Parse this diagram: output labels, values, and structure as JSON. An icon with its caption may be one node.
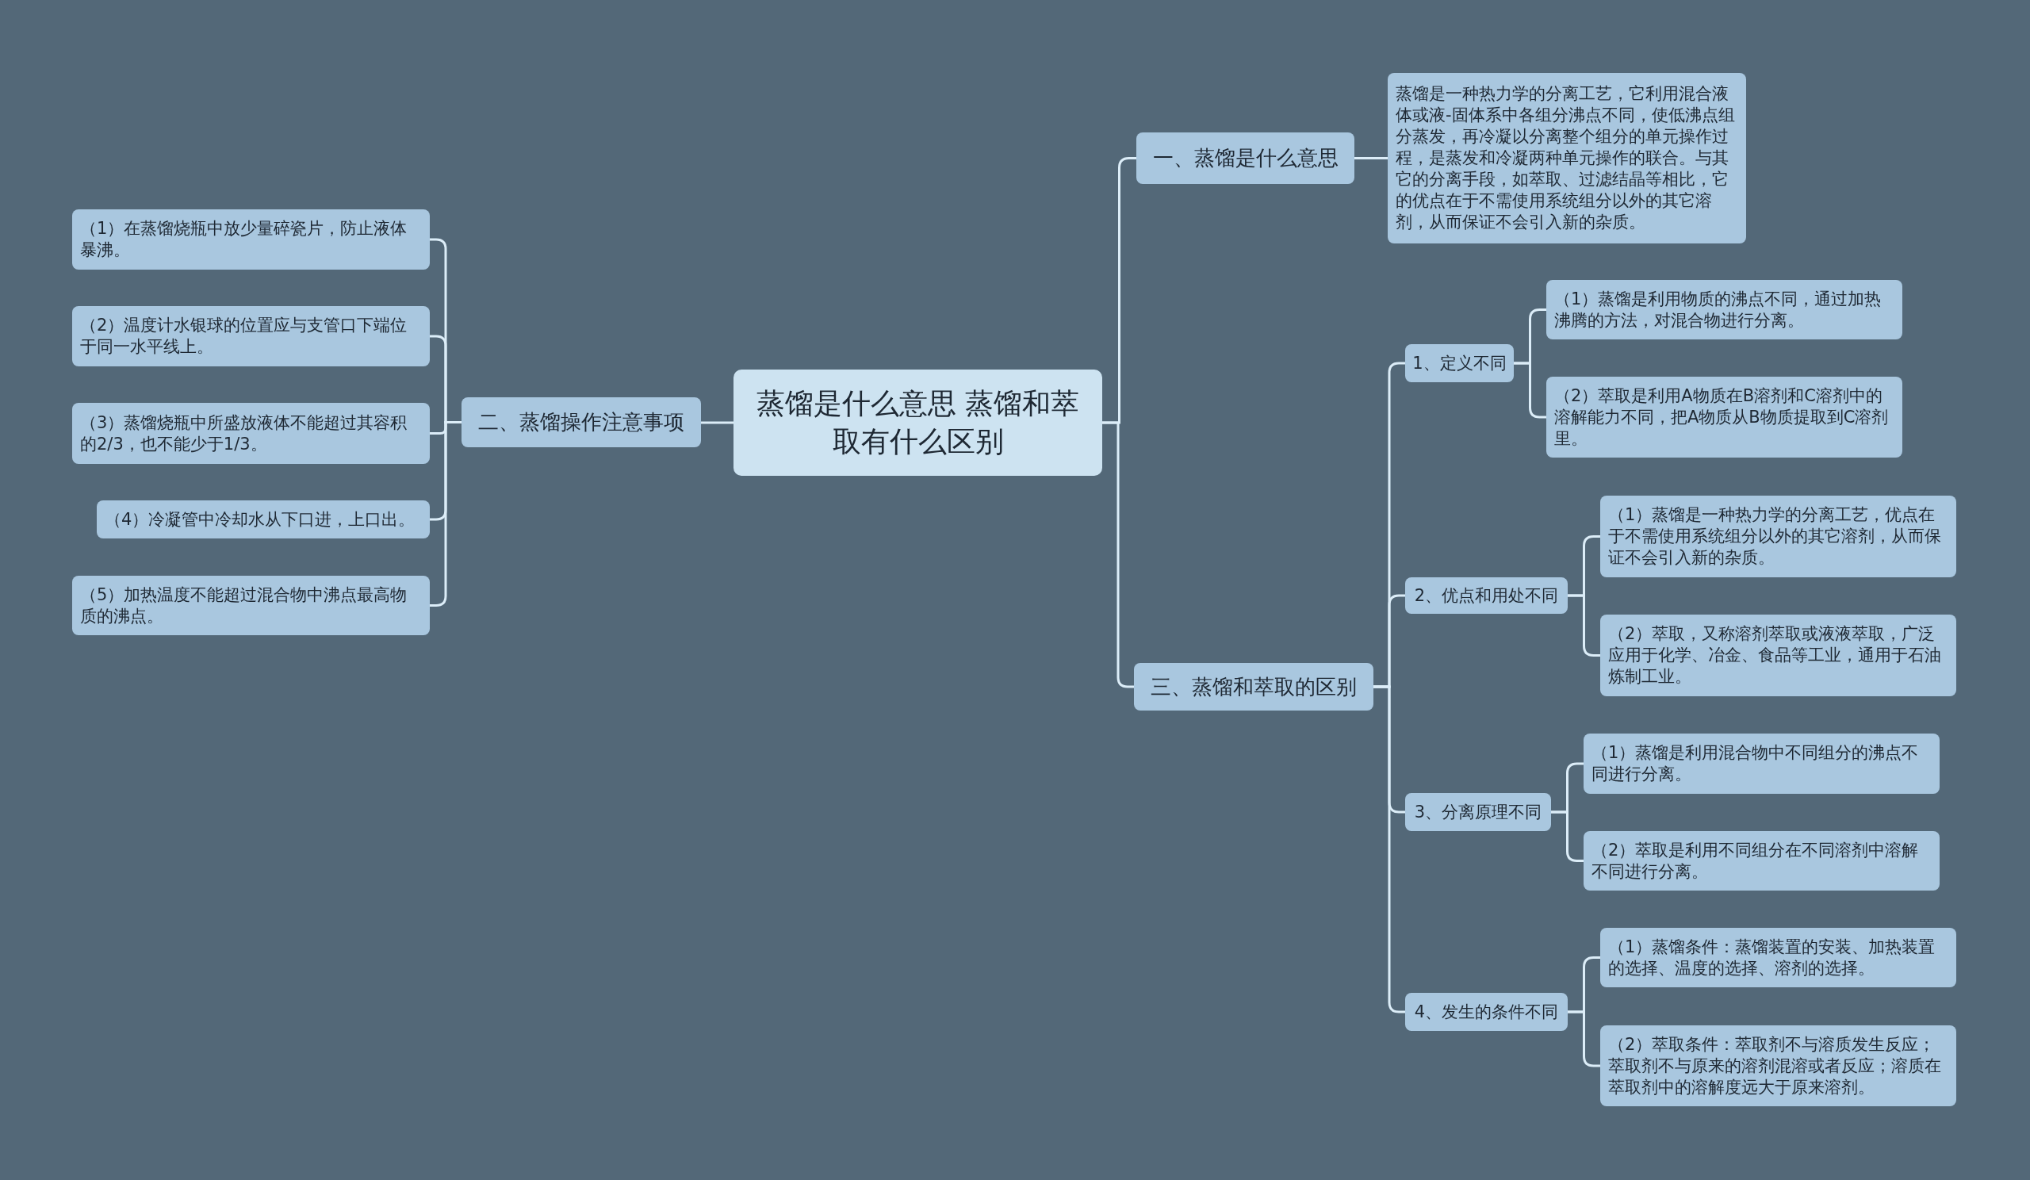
{
  "diagram": {
    "nodes": [
      {
        "text": [
          "蒸馏是什么意思 蒸馏和萃取有什么区别"
        ]
      },
      {
        "text": [
          "二、蒸馏操作注意事项"
        ]
      },
      {
        "text": [
          "（1）在蒸馏烧瓶中放少量碎瓷片，防止液体暴沸。"
        ]
      },
      {
        "text": [
          "（2）温度计水银球的位置应与支管口下端位于同一水平线上。"
        ]
      },
      {
        "text": [
          "（3）蒸馏烧瓶中所盛放液体不能超过其容积的2/3，也不能少于1/3。"
        ]
      },
      {
        "text": [
          "（4）冷凝管中冷却水从下口进，上口出。"
        ]
      },
      {
        "text": [
          "（5）加热温度不能超过混合物中沸点最高物质的沸点。"
        ]
      },
      {
        "text": [
          "一、蒸馏是什么意思"
        ]
      },
      {
        "text": [
          "蒸馏是一种热力学的分离工艺，它利用混合液体或液-固体系中各组分沸点不同，使低沸点组分蒸发，再冷凝以分离整个组分的单元操作过程，是蒸发和冷凝两种单元操作的联合。与其它的分离手段，如萃取、过滤结晶等相比，它的优点在于不需使用系统组分以外的其它溶剂，从而保证不会引入新的杂质。"
        ]
      },
      {
        "text": [
          "三、蒸馏和萃取的区别"
        ]
      },
      {
        "text": [
          "1、定义不同"
        ]
      },
      {
        "text": [
          "（1）蒸馏是利用物质的沸点不同，通过加热沸腾的方法，对混合物进行分离。"
        ]
      },
      {
        "text": [
          "（2）萃取是利用A物质在B溶剂和C溶剂中的溶解能力不同，把A物质从B物质提取到C溶剂里。"
        ]
      },
      {
        "text": [
          "2、优点和用处不同"
        ]
      },
      {
        "text": [
          "（1）蒸馏是一种热力学的分离工艺，优点在于不需使用系统组分以外的其它溶剂，从而保证不会引入新的杂质。"
        ]
      },
      {
        "text": [
          "（2）萃取，又称溶剂萃取或液液萃取，广泛应用于化学、冶金、食品等工业，通用于石油炼制工业。"
        ]
      },
      {
        "text": [
          "3、分离原理不同"
        ]
      },
      {
        "text": [
          "（1）蒸馏是利用混合物中不同组分的沸点不同进行分离。"
        ]
      },
      {
        "text": [
          "（2）萃取是利用不同组分在不同溶剂中溶解不同进行分离。"
        ]
      },
      {
        "text": [
          "4、发生的条件不同"
        ]
      },
      {
        "text": [
          "（1）蒸馏条件：蒸馏装置的安装、加热装置的选择、温度的选择、溶剂的选择。"
        ]
      },
      {
        "text": [
          "（2）萃取条件：萃取剂不与溶质发生反应；萃取剂不与原来的溶剂混溶或者反应；溶质在萃取剂中的溶解度远大于原来溶剂。"
        ]
      }
    ],
    "edges": [
      {
        "from": 0,
        "to": 1,
        "arrow": "none"
      },
      {
        "from": 1,
        "to": 2,
        "arrow": "none"
      },
      {
        "from": 1,
        "to": 3,
        "arrow": "none"
      },
      {
        "from": 1,
        "to": 4,
        "arrow": "none"
      },
      {
        "from": 1,
        "to": 5,
        "arrow": "none"
      },
      {
        "from": 1,
        "to": 6,
        "arrow": "none"
      },
      {
        "from": 0,
        "to": 7,
        "arrow": "none"
      },
      {
        "from": 7,
        "to": 8,
        "arrow": "none"
      },
      {
        "from": 0,
        "to": 9,
        "arrow": "none"
      },
      {
        "from": 9,
        "to": 10,
        "arrow": "none"
      },
      {
        "from": 10,
        "to": 11,
        "arrow": "none"
      },
      {
        "from": 10,
        "to": 12,
        "arrow": "none"
      },
      {
        "from": 9,
        "to": 13,
        "arrow": "none"
      },
      {
        "from": 13,
        "to": 14,
        "arrow": "none"
      },
      {
        "from": 13,
        "to": 15,
        "arrow": "none"
      },
      {
        "from": 9,
        "to": 16,
        "arrow": "none"
      },
      {
        "from": 16,
        "to": 17,
        "arrow": "none"
      },
      {
        "from": 16,
        "to": 18,
        "arrow": "none"
      },
      {
        "from": 9,
        "to": 19,
        "arrow": "none"
      },
      {
        "from": 19,
        "to": 20,
        "arrow": "none"
      },
      {
        "from": 19,
        "to": 21,
        "arrow": "none"
      }
    ]
  }
}
